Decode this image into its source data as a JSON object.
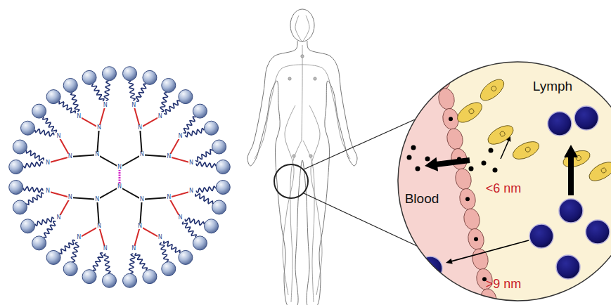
{
  "diagram": {
    "labels": [
      "N",
      "N",
      "N",
      "N",
      "N",
      "N",
      "N",
      "N",
      "N",
      "N",
      "N",
      "N",
      "N",
      "N",
      "N",
      "N",
      "N",
      "N",
      "N",
      "N",
      "N",
      "N",
      "N",
      "N",
      "N",
      "N",
      "N",
      "N",
      "N",
      "N",
      "Lymph",
      "Blood",
      "<6 nm",
      ">9 nm"
    ]
  }
}
